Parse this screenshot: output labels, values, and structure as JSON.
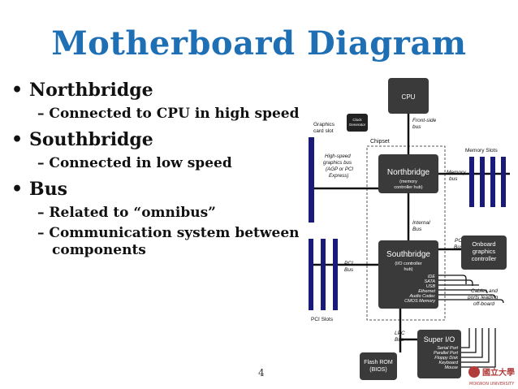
{
  "title": "Motherboard Diagram",
  "bullets": [
    {
      "text": "Northbridge",
      "subs": [
        "Connected to CPU in high speed"
      ]
    },
    {
      "text": "Southbridge",
      "subs": [
        "Connected in low speed"
      ]
    },
    {
      "text": "Bus",
      "subs": [
        "Related to “omnibus”",
        "Communication system between components"
      ]
    }
  ],
  "page_number": "4",
  "diagram": {
    "cpu": "CPU",
    "clock_generator": [
      "Clock",
      "Generator"
    ],
    "graphics_card_slot": [
      "Graphics",
      "card slot"
    ],
    "front_side_bus": [
      "Front-side",
      "bus"
    ],
    "chipset": "Chipset",
    "memory_slots": "Memory Slots",
    "high_speed_bus": [
      "High-speed",
      "graphics bus",
      "(AGP or PCI",
      "Express)"
    ],
    "northbridge": {
      "title": "Northbridge",
      "sub": [
        "(memory",
        "controller hub)"
      ]
    },
    "memory_bus": [
      "Memory",
      "bus"
    ],
    "internal_bus": [
      "Internal",
      "Bus"
    ],
    "pci_bus_right": [
      "PCI",
      "Bus"
    ],
    "pci_bus_left": [
      "PCI",
      "Bus"
    ],
    "southbridge": {
      "title": "Southbridge",
      "sub": [
        "(I/O controller",
        "hub)"
      ]
    },
    "onboard_graphics": [
      "Onboard",
      "graphics",
      "controller"
    ],
    "south_ports": [
      "IDE",
      "SATA",
      "USB",
      "Ethernet",
      "Audio Codec",
      "CMOS Memory"
    ],
    "cables_ports": [
      "Cables and",
      "ports leading",
      "off-board"
    ],
    "pci_slots": "PCI Slots",
    "lpc_bus": [
      "LPC",
      "Bus"
    ],
    "flash_rom": [
      "Flash ROM",
      "(BIOS)"
    ],
    "super_io": {
      "title": "Super I/O",
      "ports": [
        "Serial Port",
        "Parallel Port",
        "Floppy Disk",
        "Keyboard",
        "Mouse"
      ]
    },
    "logo": {
      "text": "國立大學",
      "sub": "MOKWON UNIVERSITY"
    }
  },
  "colors": {
    "title": "#1f6fb4",
    "box": "#333333",
    "slot": "#1a1a7a"
  }
}
